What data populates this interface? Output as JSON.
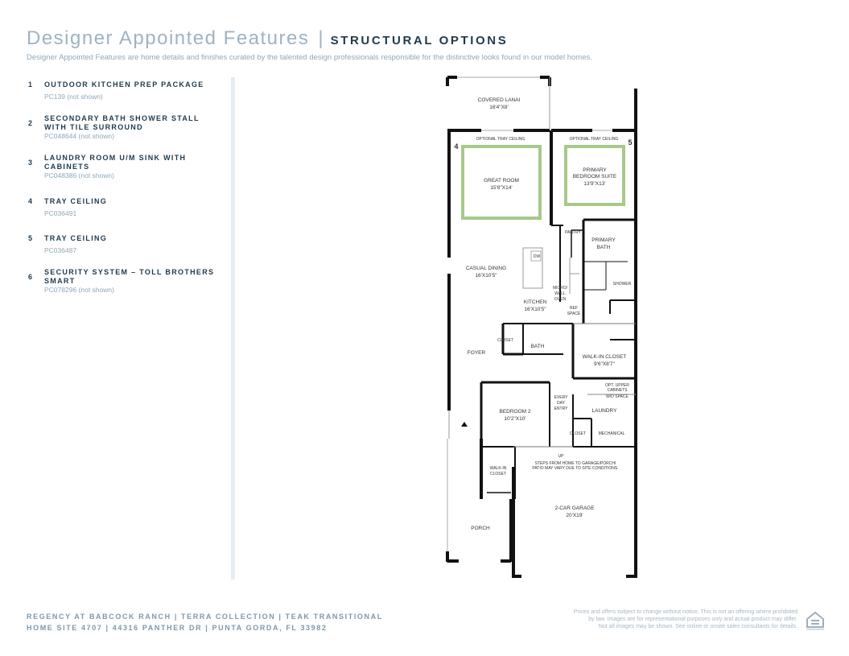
{
  "header": {
    "title": "Designer Appointed Features",
    "separator": "|",
    "section": "STRUCTURAL OPTIONS",
    "subtitle": "Designer Appointed Features are home details and finishes curated by the talented design professionals responsible for the distinctive looks found in our model homes."
  },
  "options": [
    {
      "num": "1",
      "title": "OUTDOOR KITCHEN PREP PACKAGE",
      "code": "PC139 (not shown)"
    },
    {
      "num": "2",
      "title": "SECONDARY BATH SHOWER STALL WITH TILE SURROUND",
      "code": "PC048644 (not shown)"
    },
    {
      "num": "3",
      "title": "LAUNDRY ROOM U/M SINK WITH CABINETS",
      "code": "PC048386 (not shown)"
    },
    {
      "num": "4",
      "title": "TRAY CEILING",
      "code": "PC036491"
    },
    {
      "num": "5",
      "title": "TRAY CEILING",
      "code": "PC036487"
    },
    {
      "num": "6",
      "title": "SECURITY SYSTEM – TOLL BROTHERS SMART",
      "code": "PC078296 (not shown)"
    }
  ],
  "plan": {
    "covered_lanai": "COVERED LANAI",
    "covered_lanai_dim": "16'4\"X8'",
    "tray_left": "OPTIONAL TRAY CEILING",
    "tray_right": "OPTIONAL TRAY CEILING",
    "marker_4": "4",
    "marker_5": "5",
    "great_room": "GREAT ROOM",
    "great_room_dim": "15'8\"X14'",
    "primary_suite_1": "PRIMARY",
    "primary_suite_2": "BEDROOM SUITE",
    "primary_suite_dim": "13'9\"X13'",
    "pantry": "PANTRY",
    "primary_bath_1": "PRIMARY",
    "primary_bath_2": "BATH",
    "dw": "DW",
    "casual_dining": "CASUAL DINING",
    "casual_dining_dim": "16'X10'5\"",
    "micro_1": "MICRO/",
    "micro_2": "WALL",
    "micro_3": "OVEN",
    "shower": "SHOWER",
    "kitchen": "KITCHEN",
    "kitchen_dim": "16'X10'5\"",
    "ref_1": "REF",
    "ref_2": "SPACE",
    "closet_foyer": "CLOSET",
    "foyer": "FOYER",
    "bath": "BATH",
    "walkin_closet": "WALK-IN CLOSET",
    "walkin_closet_dim": "9'6\"X8'7\"",
    "opt_upper_1": "OPT. UPPER",
    "opt_upper_2": "CABINETS",
    "wd_space": "W/D SPACE",
    "everyday_1": "EVERY",
    "everyday_2": "DAY",
    "everyday_3": "ENTRY",
    "bedroom2": "BEDROOM 2",
    "bedroom2_dim": "10'2\"X10'",
    "laundry": "LAUNDRY",
    "closet_small": "CLOSET",
    "mechanical": "MECHANICAL",
    "up": "UP",
    "steps_1": "STEPS FROM HOME TO GARAGE/PORCH/",
    "steps_2": "PATIO MAY VARY DUE TO SITE CONDITIONS.",
    "walkin_2a": "WALK-IN",
    "walkin_2b": "CLOSET",
    "garage": "2-CAR GARAGE",
    "garage_dim": "20'X19'",
    "porch": "PORCH"
  },
  "footer": {
    "line1": "REGENCY AT BABCOCK RANCH  |  TERRA COLLECTION  |  TEAK TRANSITIONAL",
    "line2": "HOME SITE 4707  |  44316 PANTHER DR  |  PUNTA GORDA, FL 33982",
    "disclaimer_1": "Prices and offers subject to change without notice. This is not an offering where prohibited",
    "disclaimer_2": "by law. Images are for representational purposes only and actual product may differ.",
    "disclaimer_3": "Not all images may be shown. See online or onsite sales consultants for details.",
    "logo_icon": "equal-housing-opportunity-icon"
  },
  "colors": {
    "title_light": "#9fb3c2",
    "title_dark": "#1f3a4d",
    "tray_green": "#a7c98a",
    "wall": "#111111"
  }
}
